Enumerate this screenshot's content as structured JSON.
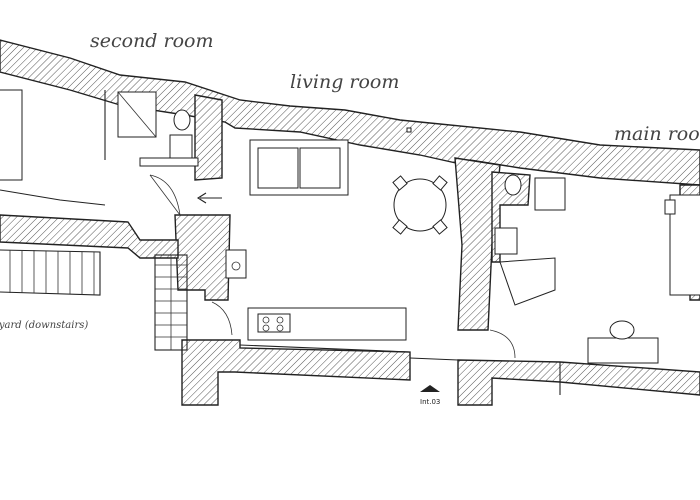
{
  "labels": {
    "second_room": "second room",
    "living_room": "living room",
    "main_room": "main room",
    "courtyard": "courtyard (downstairs)",
    "unit": "Int.03"
  },
  "colors": {
    "wall_hatch": "#555555",
    "line": "#222222",
    "text": "#444444",
    "background": "#ffffff"
  }
}
